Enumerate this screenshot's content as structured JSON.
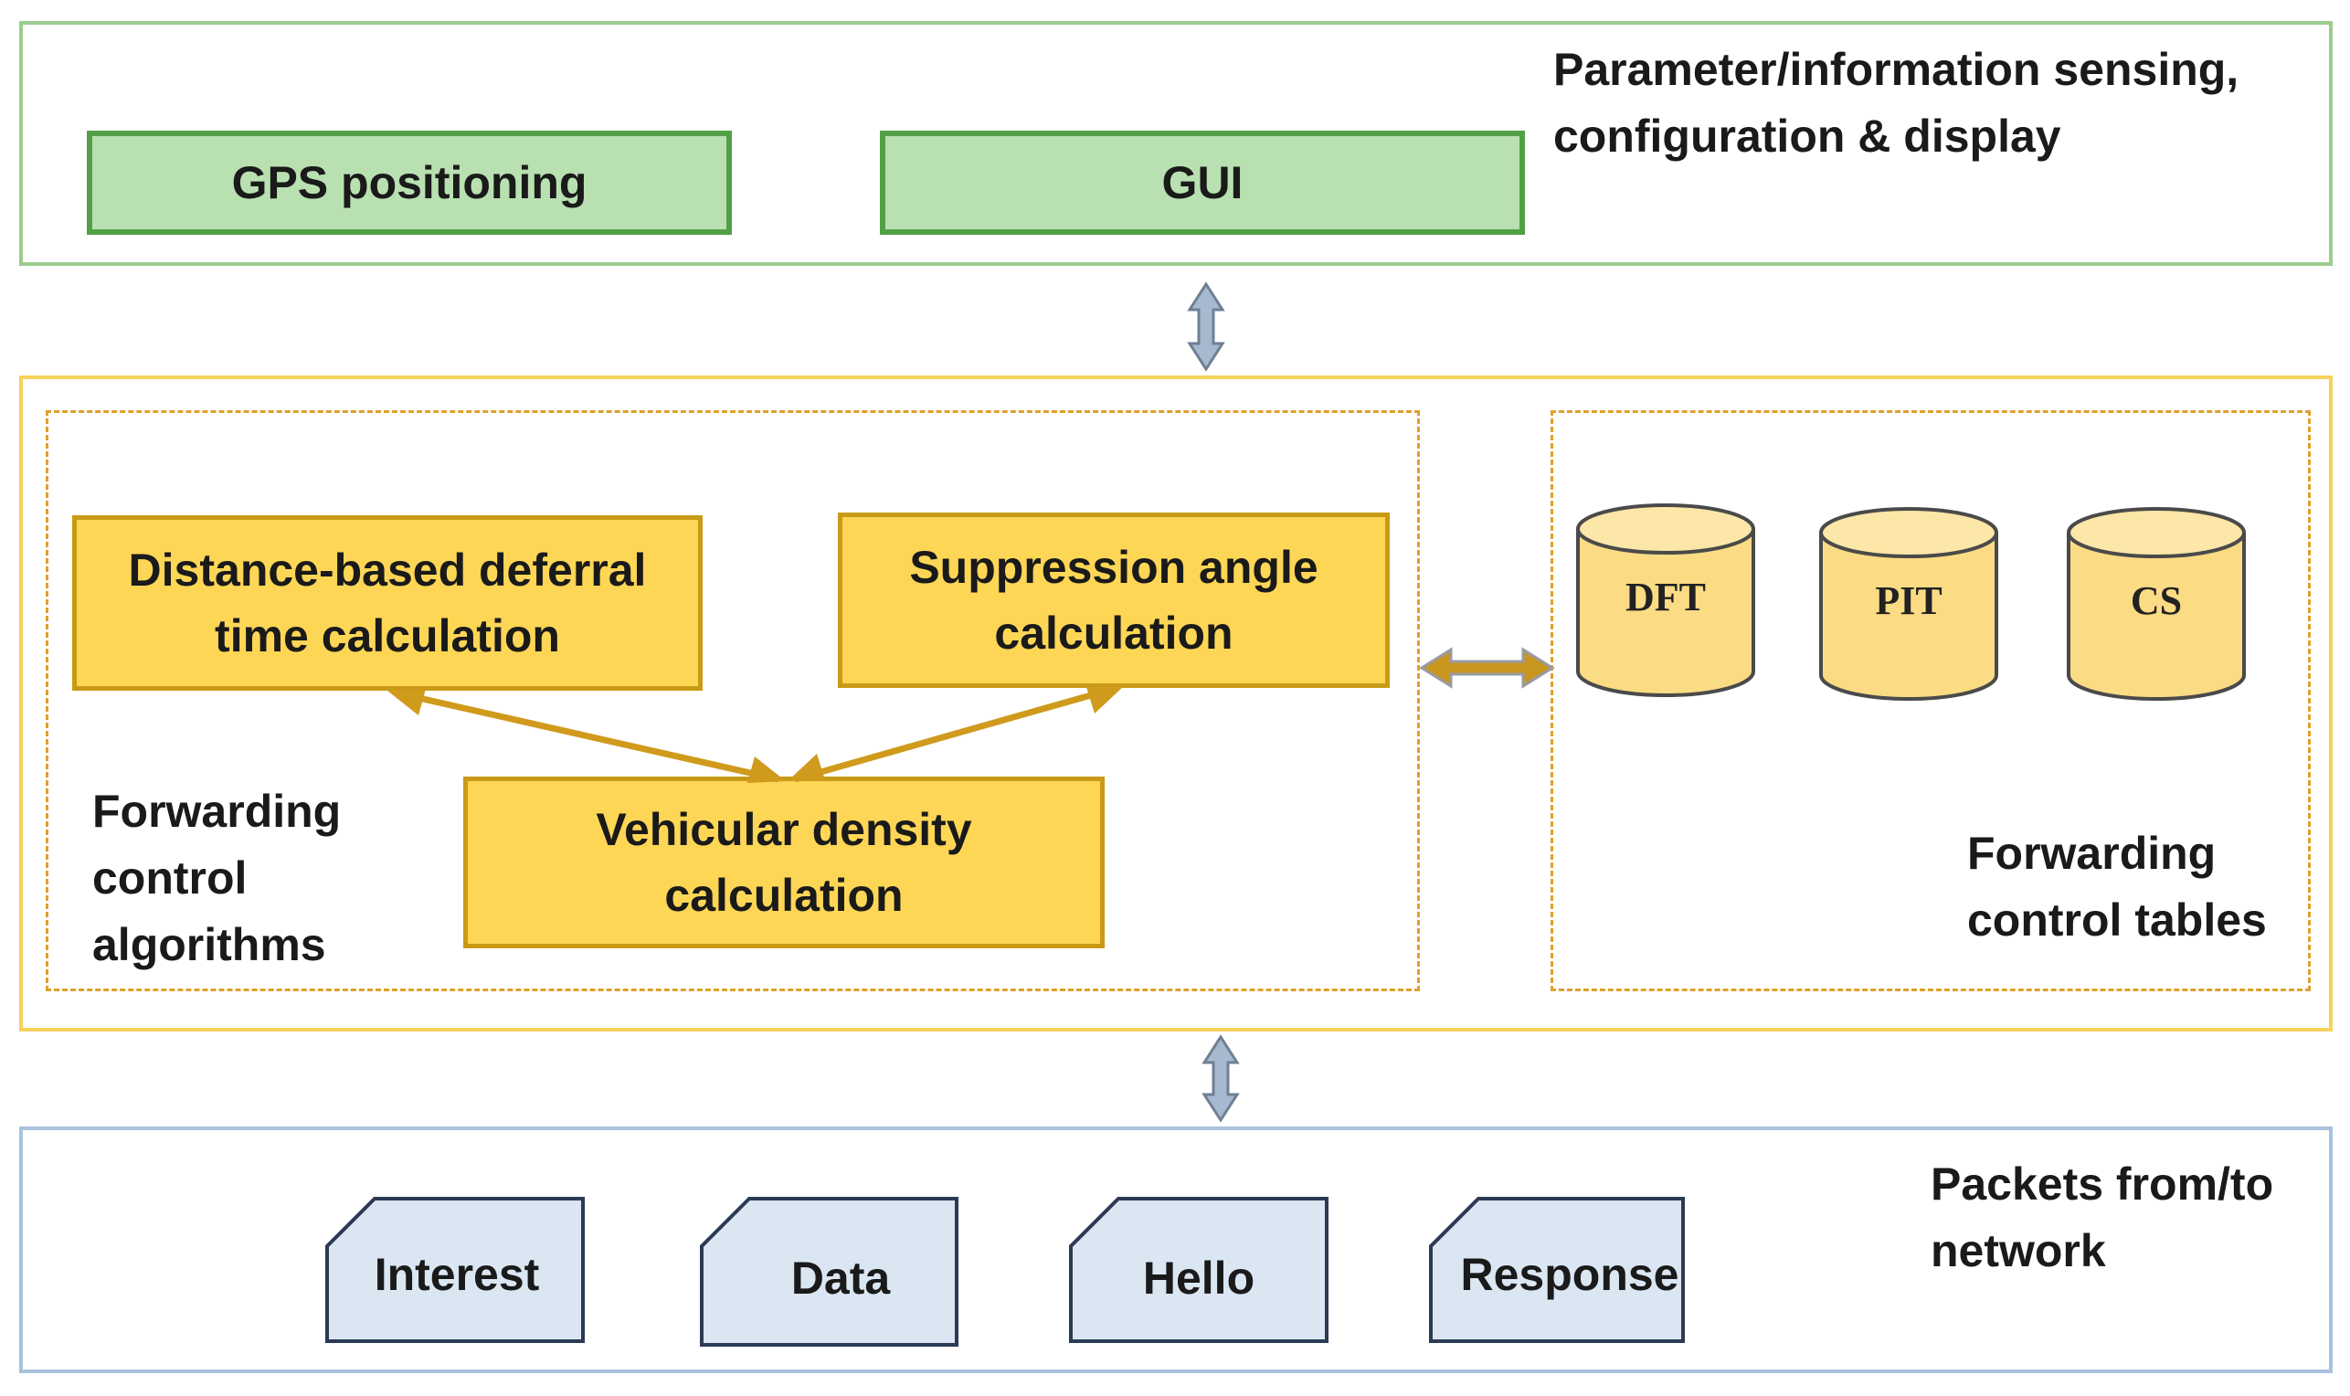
{
  "top_layer": {
    "label_line1": "Parameter/information sensing,",
    "label_line2": "configuration & display",
    "gps_box": "GPS positioning",
    "gui_box": "GUI"
  },
  "middle_layer": {
    "algorithms": {
      "deferral_line1": "Distance-based deferral",
      "deferral_line2": "time calculation",
      "suppression_line1": "Suppression angle",
      "suppression_line2": "calculation",
      "density_line1": "Vehicular density",
      "density_line2": "calculation",
      "label_line1": "Forwarding",
      "label_line2": "control",
      "label_line3": "algorithms"
    },
    "tables": {
      "items": [
        "DFT",
        "PIT",
        "CS"
      ],
      "label_line1": "Forwarding",
      "label_line2": "control tables"
    }
  },
  "bottom_layer": {
    "label_line1": "Packets from/to",
    "label_line2": "network",
    "packets": [
      "Interest",
      "Data",
      "Hello",
      "Response"
    ]
  },
  "colors": {
    "green_fill": "#b9e0b1",
    "green_border": "#52a046",
    "yellow_fill": "#fed656",
    "yellow_border": "#c99a15",
    "arrow_gold": "#d09a1c",
    "packet_fill": "#dbe6f3",
    "packet_border": "#2b3a55",
    "arrow_blue_grey": "#a7b9cf"
  }
}
